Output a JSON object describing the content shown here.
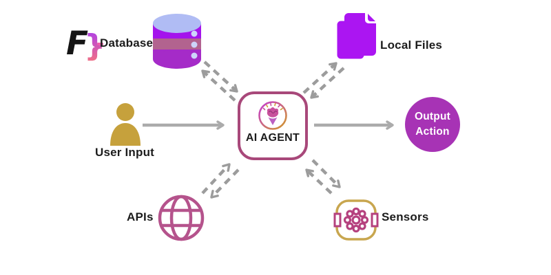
{
  "nodes": {
    "database": {
      "label": "Database"
    },
    "local_files": {
      "label": "Local Files"
    },
    "user_input": {
      "label": "User Input"
    },
    "ai_agent": {
      "label": "AI AGENT"
    },
    "output_action": {
      "line1": "Output",
      "line2": "Action"
    },
    "apis": {
      "label": "APIs"
    },
    "sensors": {
      "label": "Sensors"
    }
  },
  "logo": {
    "letter": "F",
    "brace": "}"
  },
  "edges": [
    {
      "from": "user_input",
      "to": "ai_agent",
      "style": "solid",
      "arrows": "one-way"
    },
    {
      "from": "ai_agent",
      "to": "output_action",
      "style": "solid",
      "arrows": "one-way"
    },
    {
      "from": "ai_agent",
      "to": "database",
      "style": "dashed",
      "arrows": "two-way"
    },
    {
      "from": "ai_agent",
      "to": "local_files",
      "style": "dashed",
      "arrows": "two-way"
    },
    {
      "from": "ai_agent",
      "to": "apis",
      "style": "dashed",
      "arrows": "two-way"
    },
    {
      "from": "ai_agent",
      "to": "sensors",
      "style": "dashed",
      "arrows": "two-way"
    }
  ],
  "colors": {
    "file_purple": "#ab15f2",
    "db_top_ellipse": "#b0bcf4",
    "db_band_violet": "#a414ec",
    "db_band_mauve": "#b2638f",
    "db_band_purple": "#a52bc8",
    "user_gold": "#c6a13c",
    "globe_pink": "#b5538c",
    "sensor_border_gold": "#c8a64f",
    "sensor_pink": "#b5417e",
    "agent_box_border": "#a8487a",
    "output_fill": "#a733b5",
    "solid_arrow_gray": "#ababab",
    "dashed_arrow_gray": "#9c9c9c",
    "label_text": "#1c1c1c"
  }
}
